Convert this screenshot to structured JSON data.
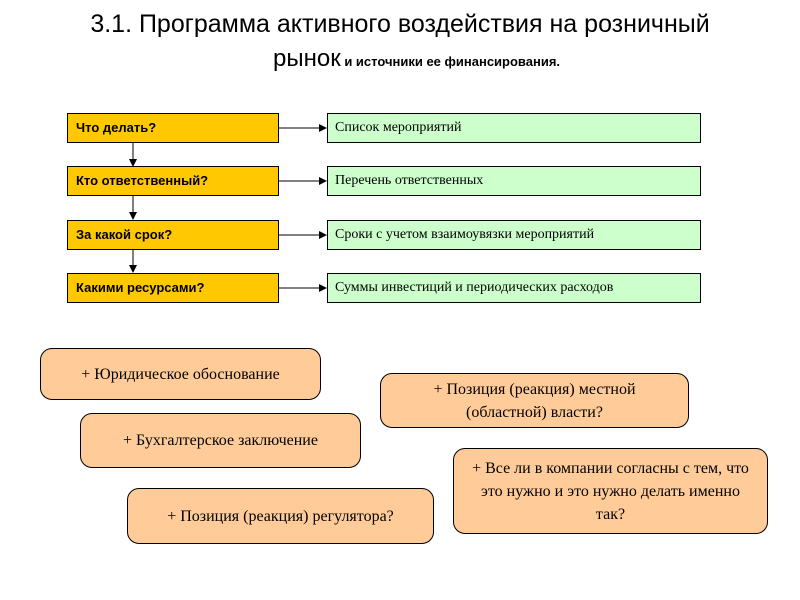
{
  "title": {
    "line1": "3.1. Программа активного воздействия на розничный",
    "line2_big": "рынок",
    "line2_small": " и источники ее финансирования."
  },
  "questions": [
    "Что делать?",
    "Кто ответственный?",
    "За какой срок?",
    "Какими ресурсами?"
  ],
  "answers": [
    "Список мероприятий",
    "Перечень ответственных",
    "Сроки с учетом взаимоувязки мероприятий",
    "Суммы инвестиций и периодических расходов"
  ],
  "notes": {
    "legal": "+ Юридическое обоснование",
    "accounting": "+ Бухгалтерское заключение",
    "regulator": "+ Позиция (реакция) регулятора?",
    "local_authority": "+ Позиция (реакция) местной (областной) власти?",
    "company_agreement": "+ Все ли в компании согласны с тем, что это нужно и это нужно делать именно так?"
  }
}
